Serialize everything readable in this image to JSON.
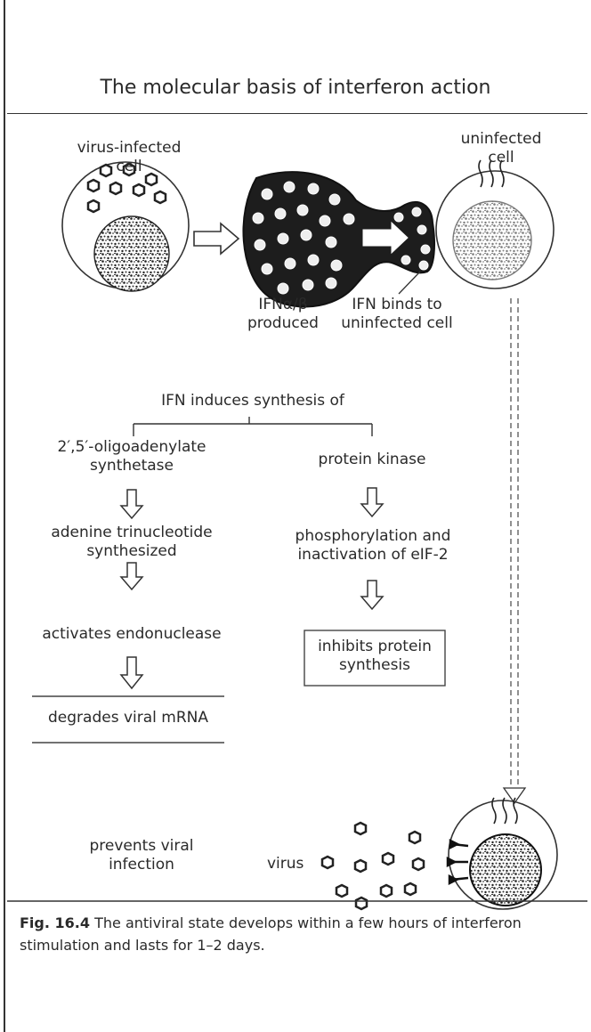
{
  "title": "The molecular basis of interferon action",
  "labels": {
    "virus_infected_cell": "virus-infected\ncell",
    "uninfected_cell": "uninfected\ncell",
    "ifn_produced": "IFNα/β\nproduced",
    "ifn_binds": "IFN binds to\nuninfected cell",
    "induces": "IFN induces synthesis of",
    "left_1": "2′,5′-oligoadenylate\nsynthetase",
    "left_2": "adenine trinucleotide\nsynthesized",
    "left_3": "activates endonuclease",
    "left_4": "degrades viral mRNA",
    "right_1": "protein kinase",
    "right_2": "phosphorylation and\ninactivation of eIF-2",
    "right_3": "inhibits protein\nsynthesis",
    "prevents": "prevents viral\ninfection",
    "virus": "virus"
  },
  "caption": {
    "fig": "Fig. 16.4",
    "text": "The antiviral state develops within a few hours of interferon stimulation and lasts for 1–2 days."
  }
}
